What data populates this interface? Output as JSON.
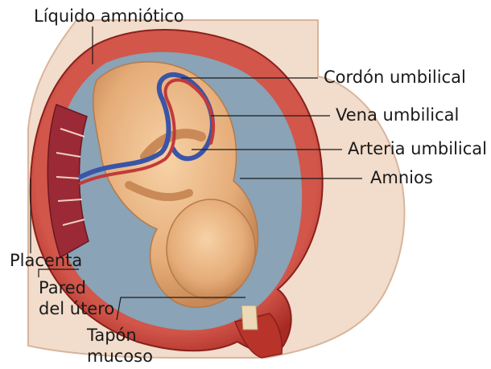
{
  "labels": {
    "amniotic_fluid": "Líquido amniótico",
    "umbilical_cord": "Cordón umbilical",
    "umbilical_vein": "Vena umbilical",
    "umbilical_artery": "Arteria umbilical",
    "amnion": "Amnios",
    "placenta": "Placenta",
    "uterine_wall_1": "Pared",
    "uterine_wall_2": "del útero",
    "mucus_plug_1": "Tapón",
    "mucus_plug_2": "mucoso"
  },
  "colors": {
    "skin": "#f1dcc8",
    "uterine_wall": "#b8342a",
    "fetus": "#e9b583",
    "vein": "#3a55a8",
    "artery": "#c23a3a"
  }
}
